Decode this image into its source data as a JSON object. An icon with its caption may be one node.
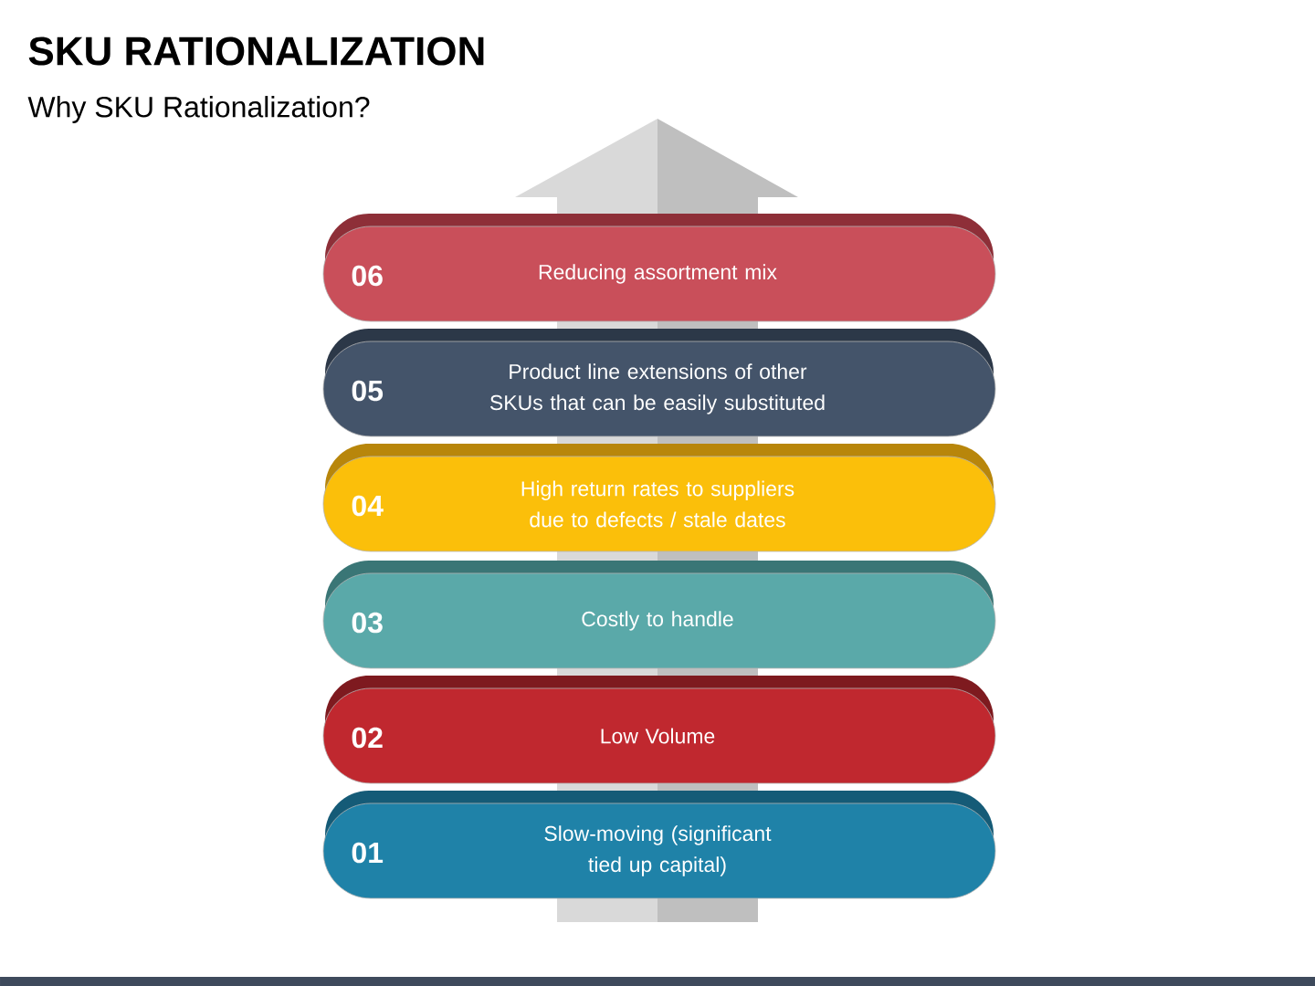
{
  "diagram": {
    "title": "SKU RATIONALIZATION",
    "caption": "Why SKU Rationalization?",
    "nodes": [
      {
        "text": [
          "06",
          "Reducing assortment mix"
        ]
      },
      {
        "text": [
          "05",
          "Product line extensions of other SKUs that can be easily substituted"
        ]
      },
      {
        "text": [
          "04",
          "High return rates to suppliers due to defects / stale dates"
        ]
      },
      {
        "text": [
          "03",
          "Costly to handle"
        ]
      },
      {
        "text": [
          "02",
          "Low Volume"
        ]
      },
      {
        "text": [
          "01",
          "Slow-moving (significant tied up capital)"
        ]
      }
    ]
  }
}
